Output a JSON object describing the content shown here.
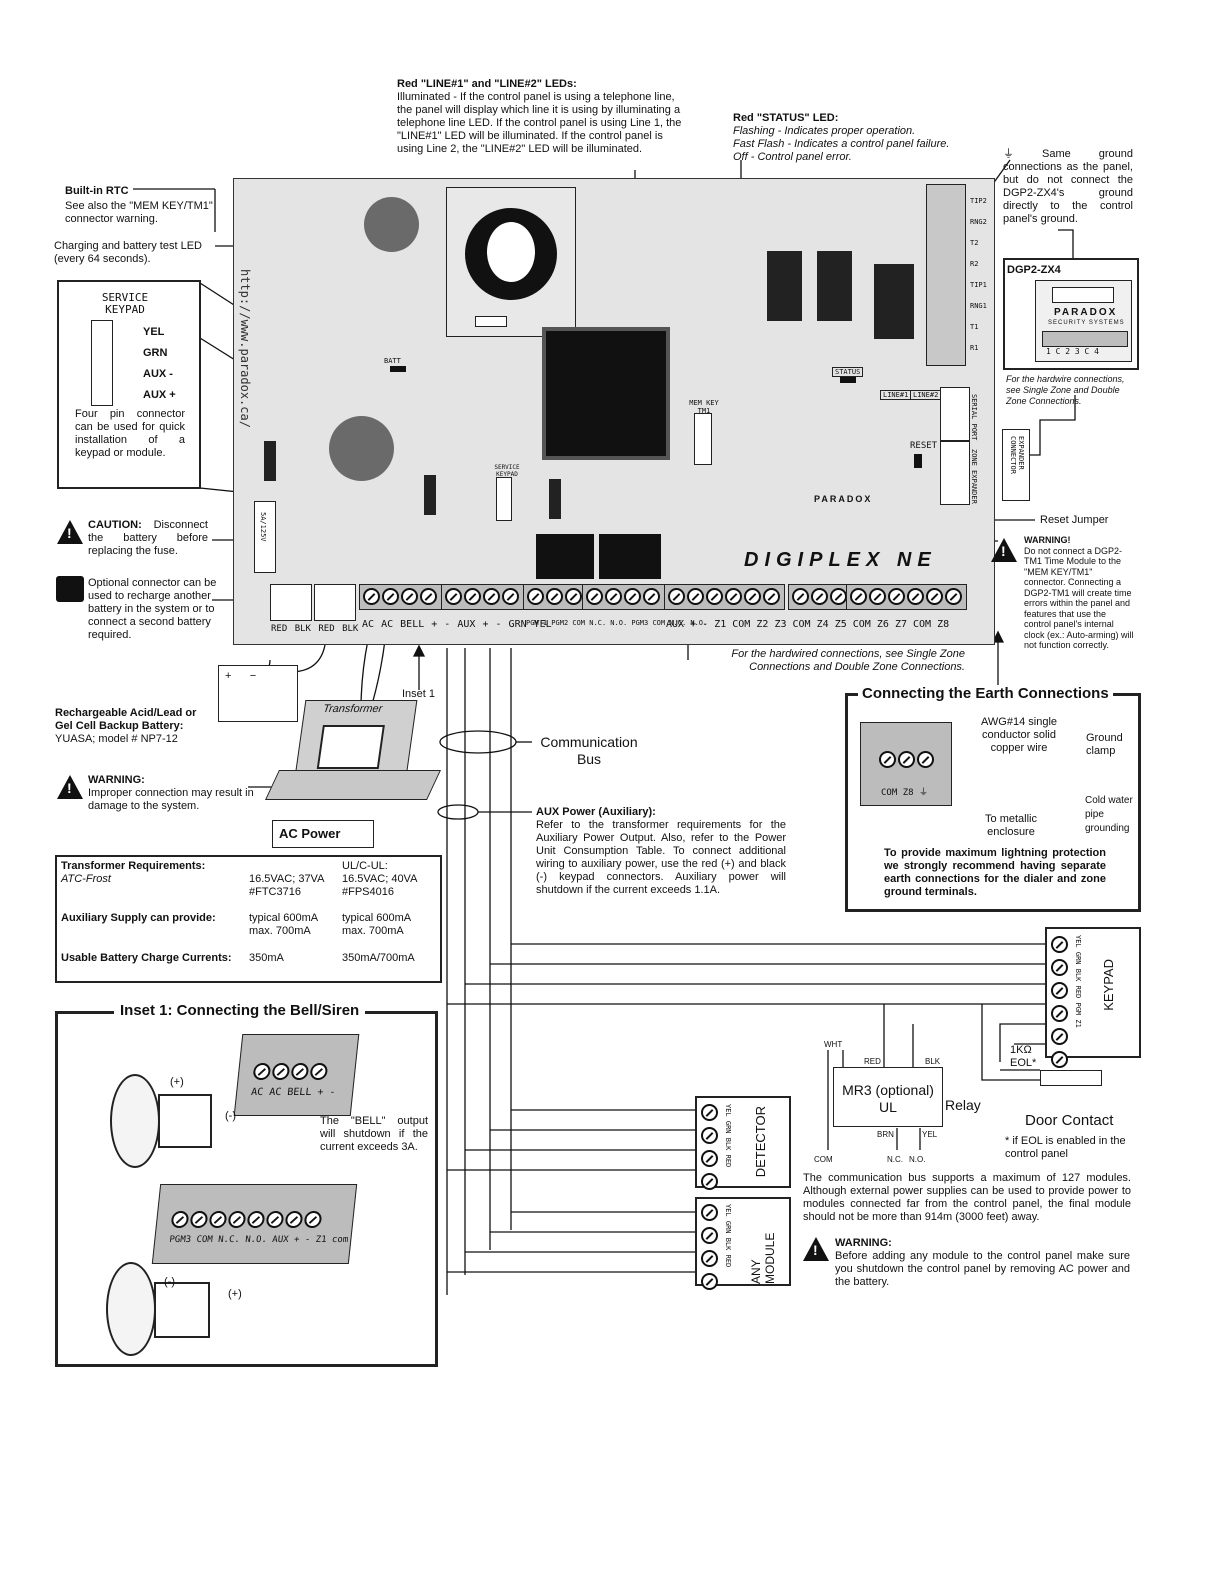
{
  "top_notes": {
    "line_leds_title": "Red \"LINE#1\" and \"LINE#2\" LEDs:",
    "line_leds_body": "Illuminated - If the control panel is using a telephone line, the panel will display which line it is using by illuminating a telephone line LED. If the control panel is using Line 1, the \"LINE#1\" LED will be illuminated. If the control panel is using Line 2, the \"LINE#2\" LED will be illuminated.",
    "status_led_title": "Red \"STATUS\" LED:",
    "status_flashing": "Flashing - Indicates proper operation.",
    "status_fast": "Fast Flash - Indicates a control panel failure.",
    "status_off": "Off - Control panel error.",
    "ground_note": "Same ground connections as the panel, but do not connect the DGP2-ZX4's ground directly to the control panel's ground."
  },
  "left_notes": {
    "rtc_title": "Built-in RTC",
    "rtc_body": "See also the \"MEM KEY/TM1\" connector warning.",
    "charging_led": "Charging and battery test LED (every 64 seconds).",
    "service_keypad_title": "SERVICE KEYPAD",
    "pins": [
      "YEL",
      "GRN",
      "AUX -",
      "AUX +"
    ],
    "four_pin": "Four pin connector can be used for quick installation of a keypad or module.",
    "caution_label": "CAUTION:",
    "caution_body": "Disconnect the battery before replacing the fuse.",
    "optional_connector": "Optional connector can be used to recharge another battery in the system or to connect a second battery required.",
    "battery_title": "Rechargeable Acid/Lead or Gel Cell Backup Battery:",
    "battery_body": "YUASA; model # NP7-12",
    "warning_label": "WARNING:",
    "warning_body": "Improper connection may result in damage to the system.",
    "transformer_label": "Transformer",
    "ac_power": "AC Power",
    "inset1_pointer": "Inset 1"
  },
  "board": {
    "url": "http://www.paradox.ca/",
    "batt": "BATT",
    "status": "STATUS",
    "line1": "LINE#1",
    "line2": "LINE#2",
    "mem_key": "MEM KEY TM1",
    "serial_port": "SERIAL PORT",
    "reset": "RESET",
    "zone_expander": "ZONE EXPANDER",
    "expander_connector": "EXPANDER CONNECTOR",
    "service_keypad": "SERVICE KEYPAD",
    "fuse": "5A/125V",
    "brand": "PARADOX",
    "product": "DIGIPLEX NE",
    "tel_labels": [
      "TIP2",
      "RNG2",
      "T2",
      "R2",
      "TIP1",
      "RNG1",
      "T1",
      "R1"
    ],
    "battery_terminals": [
      "RED",
      "BLK",
      "RED",
      "BLK"
    ],
    "terminal_labels": [
      "AC",
      "AC",
      "BELL + -",
      "AUX + -",
      "GRN",
      "YEL",
      "PGM 1",
      "PGM2 COM N.C. N.O.",
      "PGM3 COM N.C. N.O.",
      "AUX + -",
      "Z1",
      "COM",
      "Z2",
      "Z3",
      "COM",
      "Z4",
      "Z5",
      "COM",
      "Z6",
      "Z7",
      "COM",
      "Z8"
    ]
  },
  "right_notes": {
    "dgp2": "DGP2-ZX4",
    "dgp2_brand": "PARADOX",
    "dgp2_sub": "SECURITY SYSTEMS",
    "dgp2_terms": "1 C 2 3 C 4",
    "hardwire": "For the hardwire connections, see Single Zone and Double Zone Connections.",
    "reset_jumper": "Reset Jumper",
    "warning_label": "WARNING!",
    "warning_body": "Do not connect a DGP2-TM1 Time Module to the \"MEM KEY/TM1\" connector. Connecting a DGP2-TM1 will create time errors within the panel and features that use the control panel's internal clock (ex.: Auto-arming) will not function correctly.",
    "hardwired_zones": "For the hardwired connections, see Single Zone Connections and Double Zone Connections."
  },
  "earth": {
    "title": "Connecting the Earth Connections",
    "awg": "AWG#14 single conductor solid copper wire",
    "ground_clamp": "Ground clamp",
    "metallic": "To metallic enclosure",
    "cold_water": "Cold water pipe grounding",
    "terms": [
      "COM",
      "Z8"
    ],
    "protection": "To provide maximum lightning protection we strongly recommend having separate earth connections for the dialer and zone ground terminals."
  },
  "bus": {
    "comm_bus": "Communication Bus",
    "aux_title": "AUX Power (Auxiliary):",
    "aux_body": "Refer to the transformer requirements for the Auxiliary Power Output. Also, refer to the Power Unit Consumption Table. To connect additional wiring to auxiliary power, use the red (+) and black (-) keypad connectors. Auxiliary power will shutdown if the current exceeds 1.1A."
  },
  "requirements": {
    "title": "Transformer Requirements:",
    "sub": "ATC-Frost",
    "col_ul": "UL/C-UL:",
    "rows": [
      {
        "label": "",
        "a": "16.5VAC; 37VA #FTC3716",
        "b": "16.5VAC; 40VA #FPS4016"
      },
      {
        "label": "Auxiliary Supply can provide:",
        "a": "typical 600mA max. 700mA",
        "b": "typical 600mA max. 700mA"
      },
      {
        "label": "Usable Battery Charge Currents:",
        "a": "350mA",
        "b": "350mA/700mA"
      }
    ]
  },
  "inset": {
    "title": "Inset 1: Connecting the Bell/Siren",
    "plus": "(+)",
    "minus": "(-)",
    "bell_note": "The \"BELL\" output will shutdown if the current exceeds 3A.",
    "top_terms": "AC AC BELL + -",
    "bottom_terms": "PGM3 COM N.C. N.O. AUX + - Z1 com"
  },
  "modules": {
    "keypad": "KEYPAD",
    "keypad_pins": [
      "YEL",
      "GRN",
      "BLK",
      "RED",
      "PGM",
      "Z1"
    ],
    "detector": "DETECTOR",
    "any_module": "ANY MODULE",
    "module_pins": [
      "YEL",
      "GRN",
      "BLK",
      "RED"
    ],
    "mr3": "MR3 (optional) UL",
    "relay": "Relay",
    "wht": "WHT",
    "red": "RED",
    "blk": "BLK",
    "brn": "BRN",
    "yel": "YEL",
    "com": "COM",
    "nc": "N.C.",
    "no": "N.O.",
    "eol": "1KΩ EOL*",
    "door": "Door Contact",
    "eol_note": "* if EOL is enabled in the control panel",
    "bus_note": "The communication bus supports a maximum of 127 modules. Although external power supplies can be used to provide power to modules connected far from the control panel, the final module should not be more than 914m (3000 feet) away.",
    "warning_label": "WARNING:",
    "warning_body": "Before adding any module to the control panel make sure you shutdown the control panel by removing AC power and the battery."
  }
}
